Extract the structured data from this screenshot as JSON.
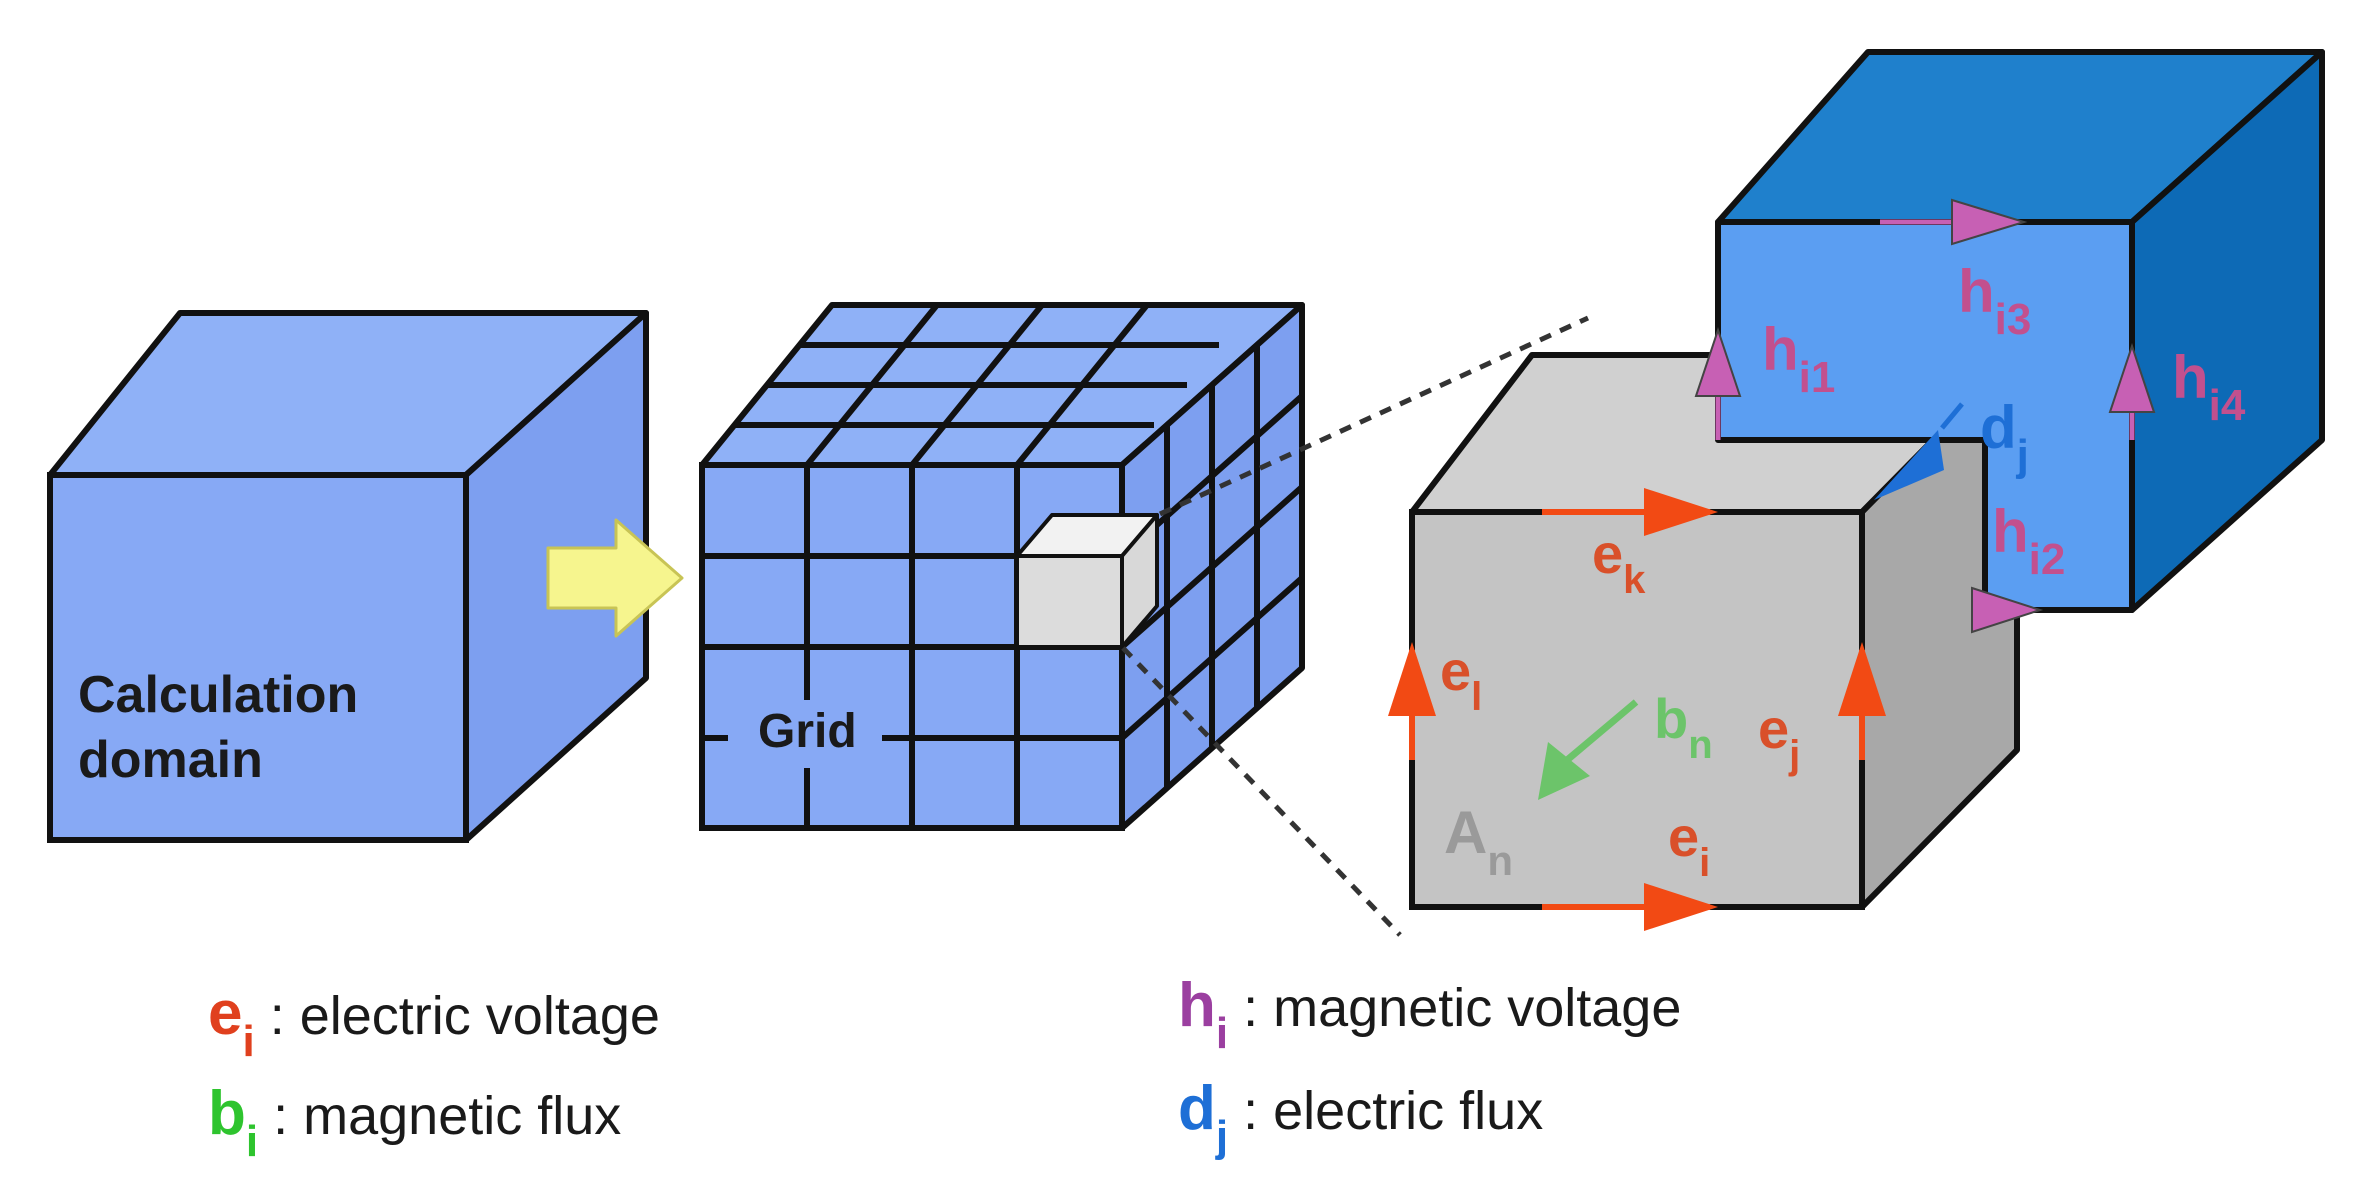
{
  "labels": {
    "calc_line1": "Calculation",
    "calc_line2": "domain",
    "grid": "Grid",
    "e_k": {
      "base": "e",
      "sub": "k"
    },
    "e_l": {
      "base": "e",
      "sub": "l"
    },
    "e_j": {
      "base": "e",
      "sub": "j"
    },
    "e_i": {
      "base": "e",
      "sub": "i"
    },
    "b_n": {
      "base": "b",
      "sub": "n"
    },
    "A_n": {
      "base": "A",
      "sub": "n"
    },
    "h_i1": {
      "base": "h",
      "sub": "i1"
    },
    "h_i2": {
      "base": "h",
      "sub": "i2"
    },
    "h_i3": {
      "base": "h",
      "sub": "i3"
    },
    "h_i4": {
      "base": "h",
      "sub": "i4"
    },
    "d_j": {
      "base": "d",
      "sub": "j"
    }
  },
  "legend": [
    {
      "symbol": "e",
      "sub": "i",
      "text": ": electric voltage",
      "color": "#e0401e"
    },
    {
      "symbol": "b",
      "sub": "i",
      "text": ": magnetic flux",
      "color": "#2ec42e"
    },
    {
      "symbol": "h",
      "sub": "i",
      "text": ": magnetic voltage",
      "color": "#9b3fa0"
    },
    {
      "symbol": "d",
      "sub": "j",
      "text": ": electric flux",
      "color": "#1e6fd6"
    }
  ],
  "colors": {
    "cube_front": "#87a9f5",
    "cube_top": "#8fb1f7",
    "cube_side": "#7d9ff0",
    "gray_front": "#c4c4c4",
    "gray_side": "#a8a8a8",
    "blue_front": "#5b9ef2",
    "blue_dark": "#0d6ab6",
    "arrow_red": "#f24a14",
    "arrow_pink": "#c760b4",
    "arrow_green": "#6cc46a",
    "label_red": "#d9502a",
    "label_pink": "#c2508e",
    "label_blue": "#1e6fd6",
    "label_gray": "#9a9a9a",
    "flow_arrow": "#f6f58e"
  }
}
